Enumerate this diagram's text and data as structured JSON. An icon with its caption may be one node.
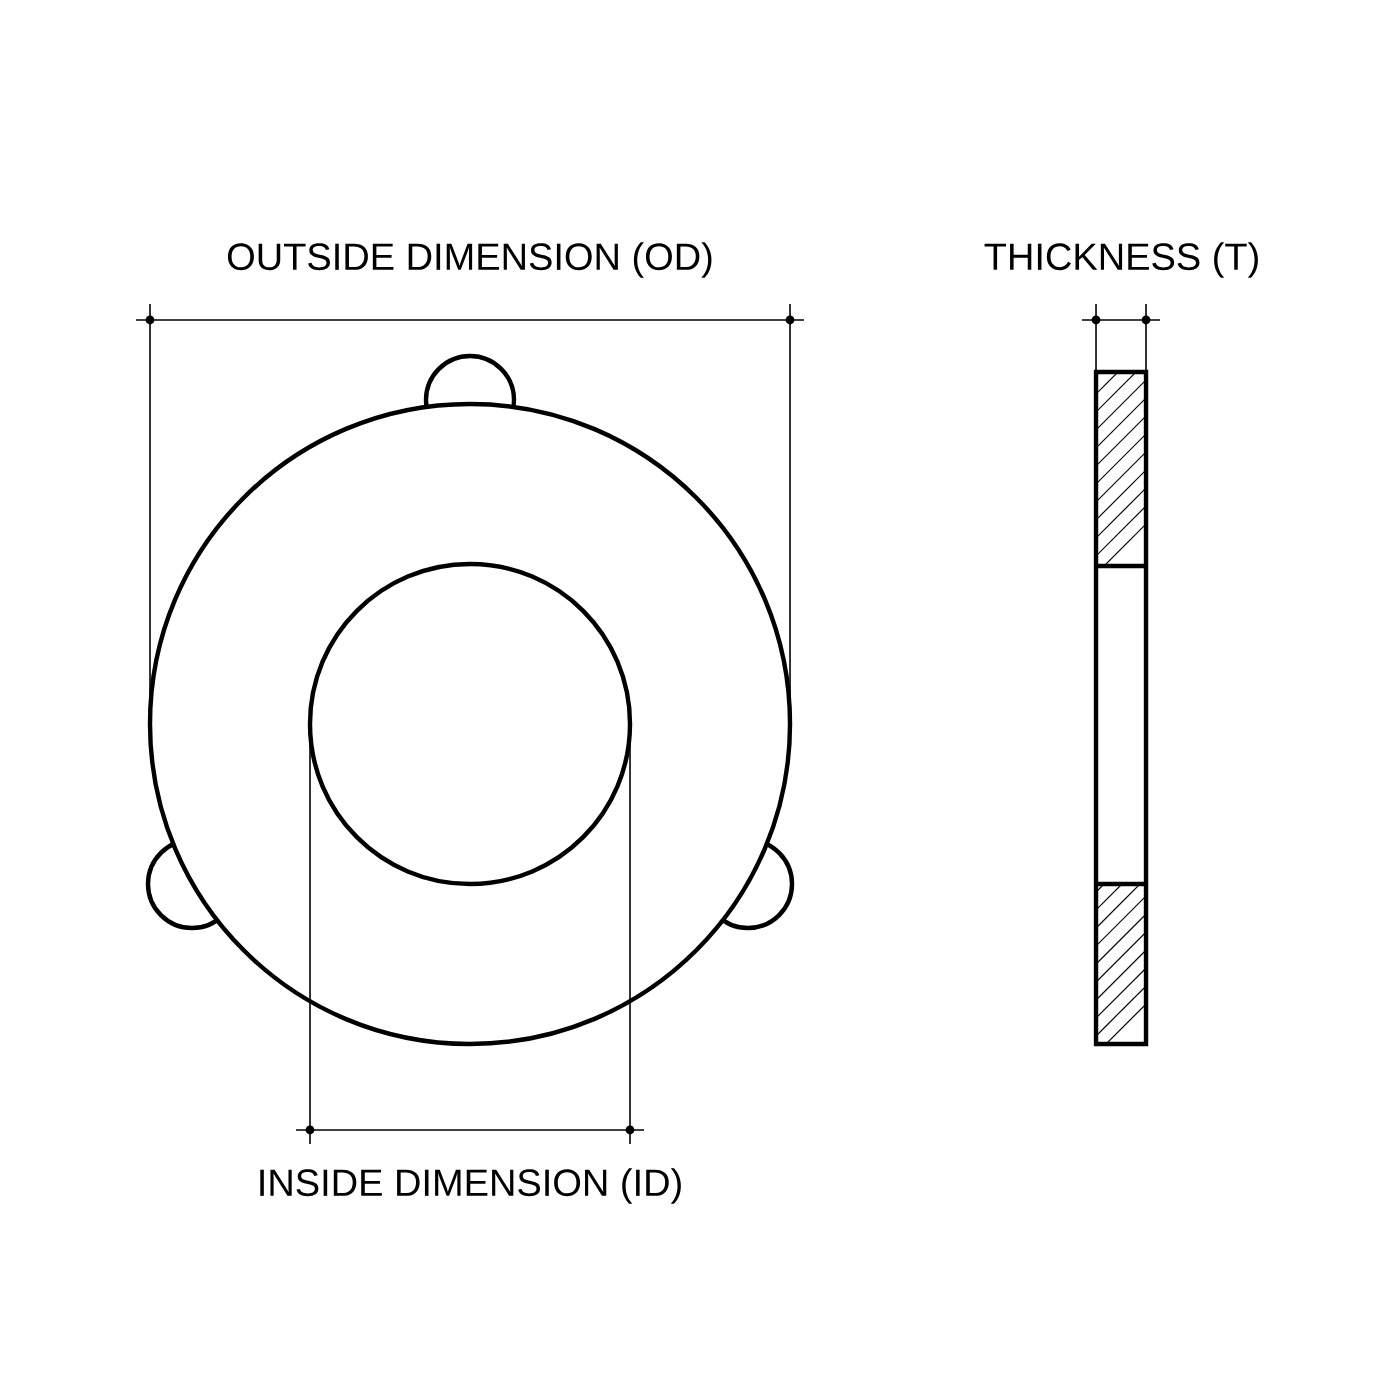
{
  "diagram": {
    "labels": [
      "OUTSIDE DIMENSION (OD)",
      "THICKNESS (T)",
      "INSIDE DIMENSION (ID)"
    ]
  }
}
